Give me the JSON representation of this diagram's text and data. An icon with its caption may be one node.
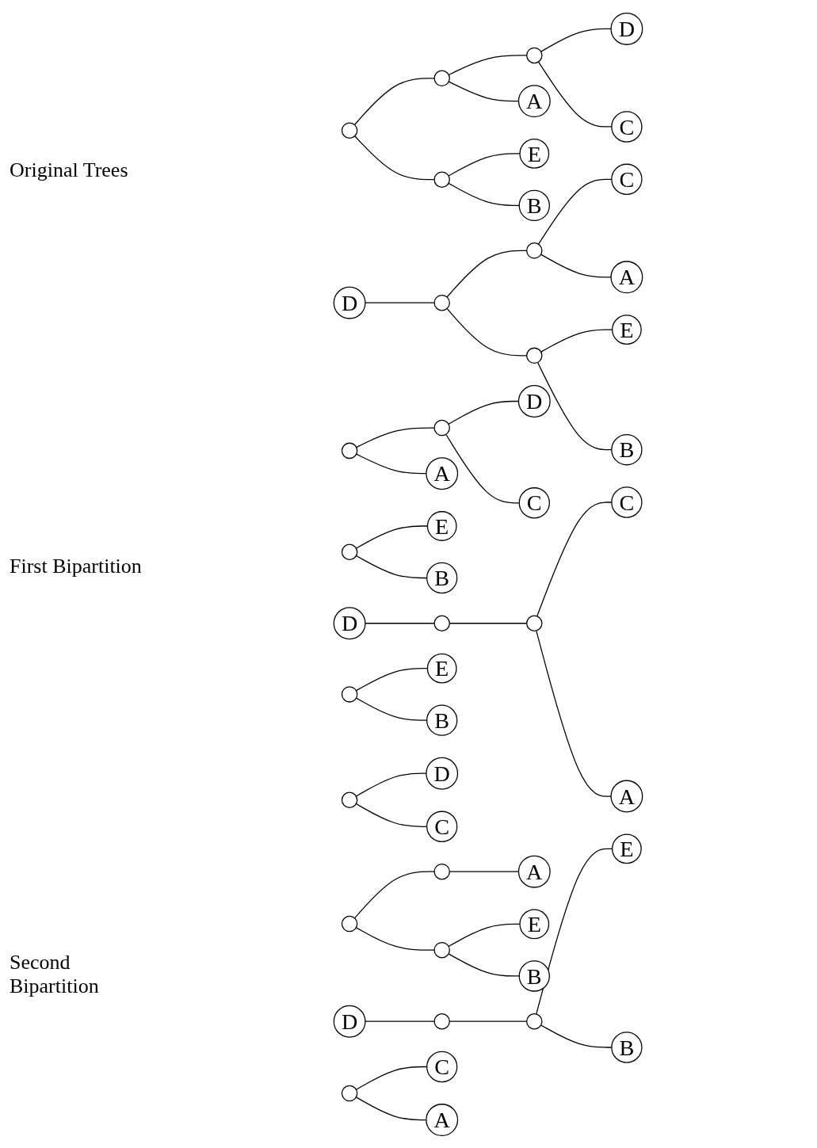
{
  "diagram": {
    "nodes": [
      {
        "text": [],
        "shape": "circle"
      },
      {
        "text": [],
        "shape": "circle"
      },
      {
        "text": [],
        "shape": "circle"
      },
      {
        "text": [
          "D"
        ]
      },
      {
        "text": [
          "C"
        ]
      },
      {
        "text": [
          "A"
        ]
      },
      {
        "text": [],
        "shape": "circle"
      },
      {
        "text": [
          "E"
        ]
      },
      {
        "text": [
          "B"
        ]
      },
      {
        "text": [
          "D"
        ]
      },
      {
        "text": [],
        "shape": "circle"
      },
      {
        "text": [],
        "shape": "circle"
      },
      {
        "text": [
          "C"
        ]
      },
      {
        "text": [
          "A"
        ]
      },
      {
        "text": [],
        "shape": "circle"
      },
      {
        "text": [
          "E"
        ]
      },
      {
        "text": [
          "B"
        ]
      },
      {
        "text": [],
        "shape": "circle"
      },
      {
        "text": [],
        "shape": "circle"
      },
      {
        "text": [
          "D"
        ]
      },
      {
        "text": [
          "C"
        ]
      },
      {
        "text": [
          "A"
        ]
      },
      {
        "text": [],
        "shape": "circle"
      },
      {
        "text": [
          "E"
        ]
      },
      {
        "text": [
          "B"
        ]
      },
      {
        "text": [
          "D"
        ]
      },
      {
        "text": [],
        "shape": "circle"
      },
      {
        "text": [],
        "shape": "circle"
      },
      {
        "text": [
          "C"
        ]
      },
      {
        "text": [
          "A"
        ]
      },
      {
        "text": [],
        "shape": "circle"
      },
      {
        "text": [
          "E"
        ]
      },
      {
        "text": [
          "B"
        ]
      },
      {
        "text": [],
        "shape": "circle"
      },
      {
        "text": [
          "D"
        ]
      },
      {
        "text": [
          "C"
        ]
      },
      {
        "text": [],
        "shape": "circle"
      },
      {
        "text": [],
        "shape": "circle"
      },
      {
        "text": [
          "A"
        ]
      },
      {
        "text": [],
        "shape": "circle"
      },
      {
        "text": [
          "E"
        ]
      },
      {
        "text": [
          "B"
        ]
      },
      {
        "text": [
          "D"
        ]
      },
      {
        "text": [],
        "shape": "circle"
      },
      {
        "text": [],
        "shape": "circle"
      },
      {
        "text": [
          "E"
        ]
      },
      {
        "text": [
          "B"
        ]
      },
      {
        "text": [],
        "shape": "circle"
      },
      {
        "text": [
          "C"
        ]
      },
      {
        "text": [
          "A"
        ]
      }
    ],
    "edges": [
      {
        "from": 0,
        "to": 1,
        "arrow": "none"
      },
      {
        "from": 1,
        "to": 2,
        "arrow": "none"
      },
      {
        "from": 2,
        "to": 3,
        "arrow": "none"
      },
      {
        "from": 2,
        "to": 4,
        "arrow": "none"
      },
      {
        "from": 1,
        "to": 5,
        "arrow": "none"
      },
      {
        "from": 0,
        "to": 6,
        "arrow": "none"
      },
      {
        "from": 6,
        "to": 7,
        "arrow": "none"
      },
      {
        "from": 6,
        "to": 8,
        "arrow": "none"
      },
      {
        "from": 9,
        "to": 10,
        "arrow": "none"
      },
      {
        "from": 10,
        "to": 11,
        "arrow": "none"
      },
      {
        "from": 11,
        "to": 12,
        "arrow": "none"
      },
      {
        "from": 11,
        "to": 13,
        "arrow": "none"
      },
      {
        "from": 10,
        "to": 14,
        "arrow": "none"
      },
      {
        "from": 14,
        "to": 15,
        "arrow": "none"
      },
      {
        "from": 14,
        "to": 16,
        "arrow": "none"
      },
      {
        "from": 17,
        "to": 18,
        "arrow": "none"
      },
      {
        "from": 18,
        "to": 19,
        "arrow": "none"
      },
      {
        "from": 18,
        "to": 20,
        "arrow": "none"
      },
      {
        "from": 17,
        "to": 21,
        "arrow": "none"
      },
      {
        "from": 22,
        "to": 23,
        "arrow": "none"
      },
      {
        "from": 22,
        "to": 24,
        "arrow": "none"
      },
      {
        "from": 25,
        "to": 26,
        "arrow": "none"
      },
      {
        "from": 26,
        "to": 27,
        "arrow": "none"
      },
      {
        "from": 27,
        "to": 28,
        "arrow": "none"
      },
      {
        "from": 27,
        "to": 29,
        "arrow": "none"
      },
      {
        "from": 30,
        "to": 31,
        "arrow": "none"
      },
      {
        "from": 30,
        "to": 32,
        "arrow": "none"
      },
      {
        "from": 33,
        "to": 34,
        "arrow": "none"
      },
      {
        "from": 33,
        "to": 35,
        "arrow": "none"
      },
      {
        "from": 36,
        "to": 37,
        "arrow": "none"
      },
      {
        "from": 37,
        "to": 38,
        "arrow": "none"
      },
      {
        "from": 36,
        "to": 39,
        "arrow": "none"
      },
      {
        "from": 39,
        "to": 40,
        "arrow": "none"
      },
      {
        "from": 39,
        "to": 41,
        "arrow": "none"
      },
      {
        "from": 42,
        "to": 43,
        "arrow": "none"
      },
      {
        "from": 43,
        "to": 44,
        "arrow": "none"
      },
      {
        "from": 44,
        "to": 45,
        "arrow": "none"
      },
      {
        "from": 44,
        "to": 46,
        "arrow": "none"
      },
      {
        "from": 47,
        "to": 48,
        "arrow": "none"
      },
      {
        "from": 47,
        "to": 49,
        "arrow": "none"
      }
    ],
    "labels": [
      "Original Trees",
      "First Bipartition",
      "Second Bipartition"
    ]
  }
}
